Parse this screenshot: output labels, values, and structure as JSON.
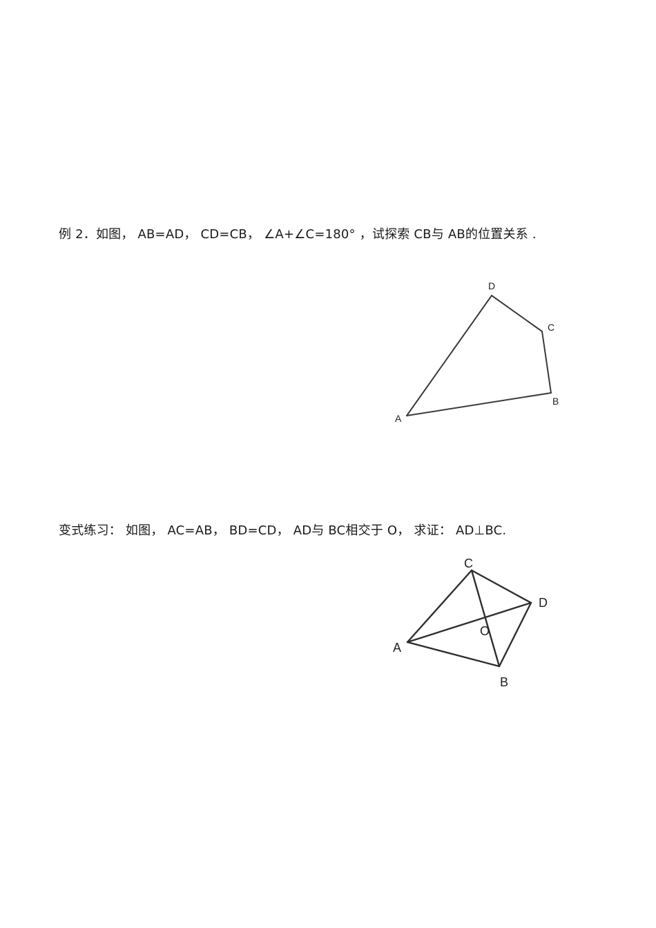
{
  "example2": {
    "text": "例 2．如图， AB=AD， CD=CB， ∠A+∠C=180° ，试探索  CB与 AB的位置关系 .",
    "figure": {
      "labels": {
        "A": "A",
        "B": "B",
        "C": "C",
        "D": "D"
      }
    }
  },
  "variant": {
    "text": "变式练习： 如图， AC=AB， BD=CD， AD与 BC相交于 O， 求证： AD⊥BC.",
    "figure": {
      "labels": {
        "A": "A",
        "B": "B",
        "C": "C",
        "D": "D",
        "O": "O"
      }
    }
  }
}
